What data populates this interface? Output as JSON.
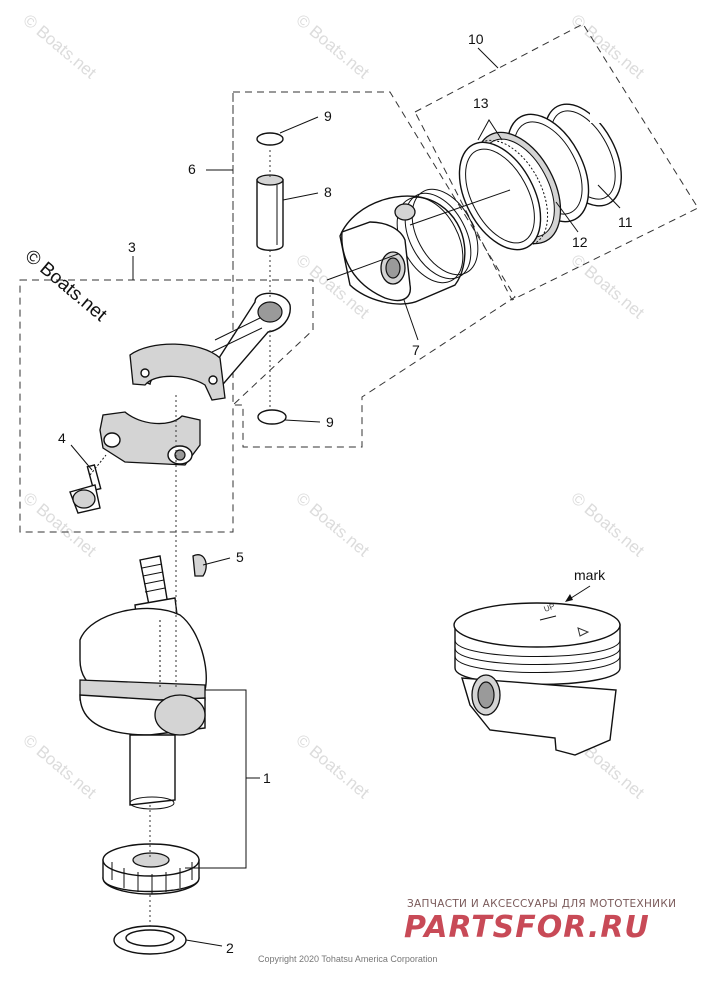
{
  "callouts": [
    {
      "label": "1"
    },
    {
      "label": "2"
    },
    {
      "label": "3"
    },
    {
      "label": "4"
    },
    {
      "label": "5"
    },
    {
      "label": "6"
    },
    {
      "label": "7"
    },
    {
      "label": "8"
    },
    {
      "label": "9"
    },
    {
      "label": "9"
    },
    {
      "label": "10"
    },
    {
      "label": "11"
    },
    {
      "label": "12"
    },
    {
      "label": "13"
    }
  ],
  "watermark": {
    "text": "© Boats.net",
    "color": "#dcdcdc"
  },
  "mark_label": "mark",
  "piston_stamp": "UP",
  "copyright": "Copyright 2020 Tohatsu America Corporation",
  "brand": {
    "tagline": "ЗАПЧАСТИ И АКСЕССУАРЫ ДЛЯ МОТОТЕХНИКИ",
    "name": "PARTSFOR.RU",
    "color": "#c84a57"
  }
}
